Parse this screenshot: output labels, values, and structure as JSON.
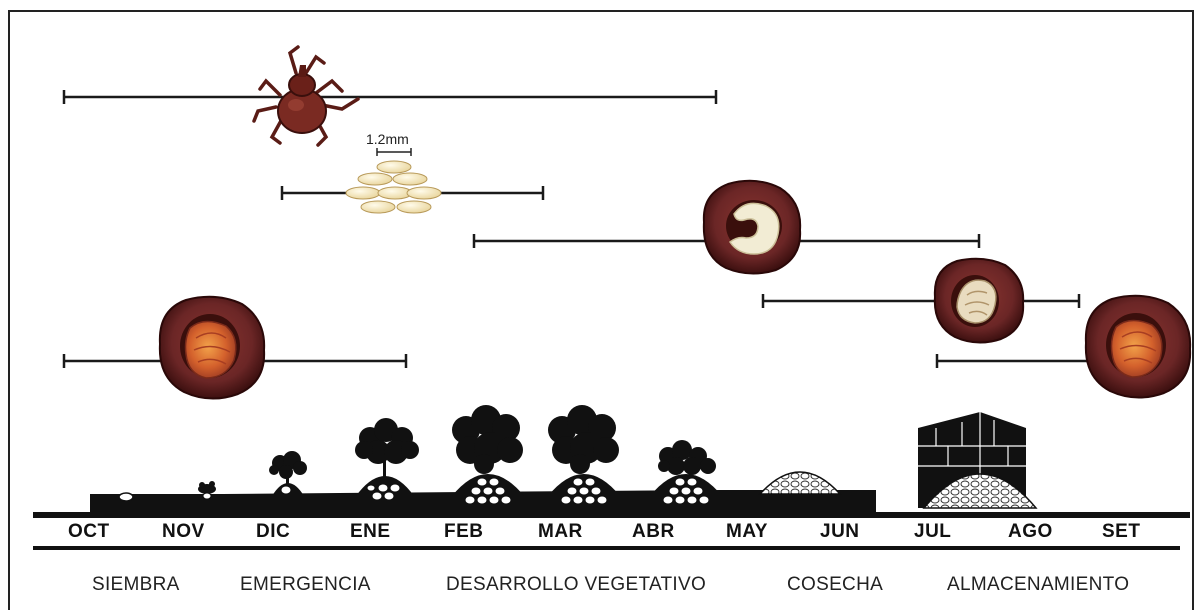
{
  "scale_label": "1.2mm",
  "months": [
    "OCT",
    "NOV",
    "DIC",
    "ENE",
    "FEB",
    "MAR",
    "ABR",
    "MAY",
    "JUN",
    "JUL",
    "AGO",
    "SET"
  ],
  "phases": {
    "siembra": "SIEMBRA",
    "emergencia": "EMERGENCIA",
    "desarrollo": "DESARROLLO VEGETATIVO",
    "cosecha": "COSECHA",
    "almacenamiento": "ALMACENAMIENTO"
  },
  "stage_icons": [
    "adult-weevil-icon",
    "eggs-icon",
    "larva-in-tuber-icon",
    "pupa-in-tuber-icon",
    "adult-in-tuber-icon",
    "adult-in-stored-tuber-icon"
  ],
  "colors": {
    "line": "#1a1a1a",
    "tuber_skin": "#6b2626",
    "tuber_dark": "#4a1515",
    "tuber_flesh": "#c24a2a",
    "pupa": "#e88a3a",
    "larva": "#f2ecd4",
    "egg": "#f1e3b2",
    "weevil": "#7a2a22",
    "plant": "#111111"
  }
}
